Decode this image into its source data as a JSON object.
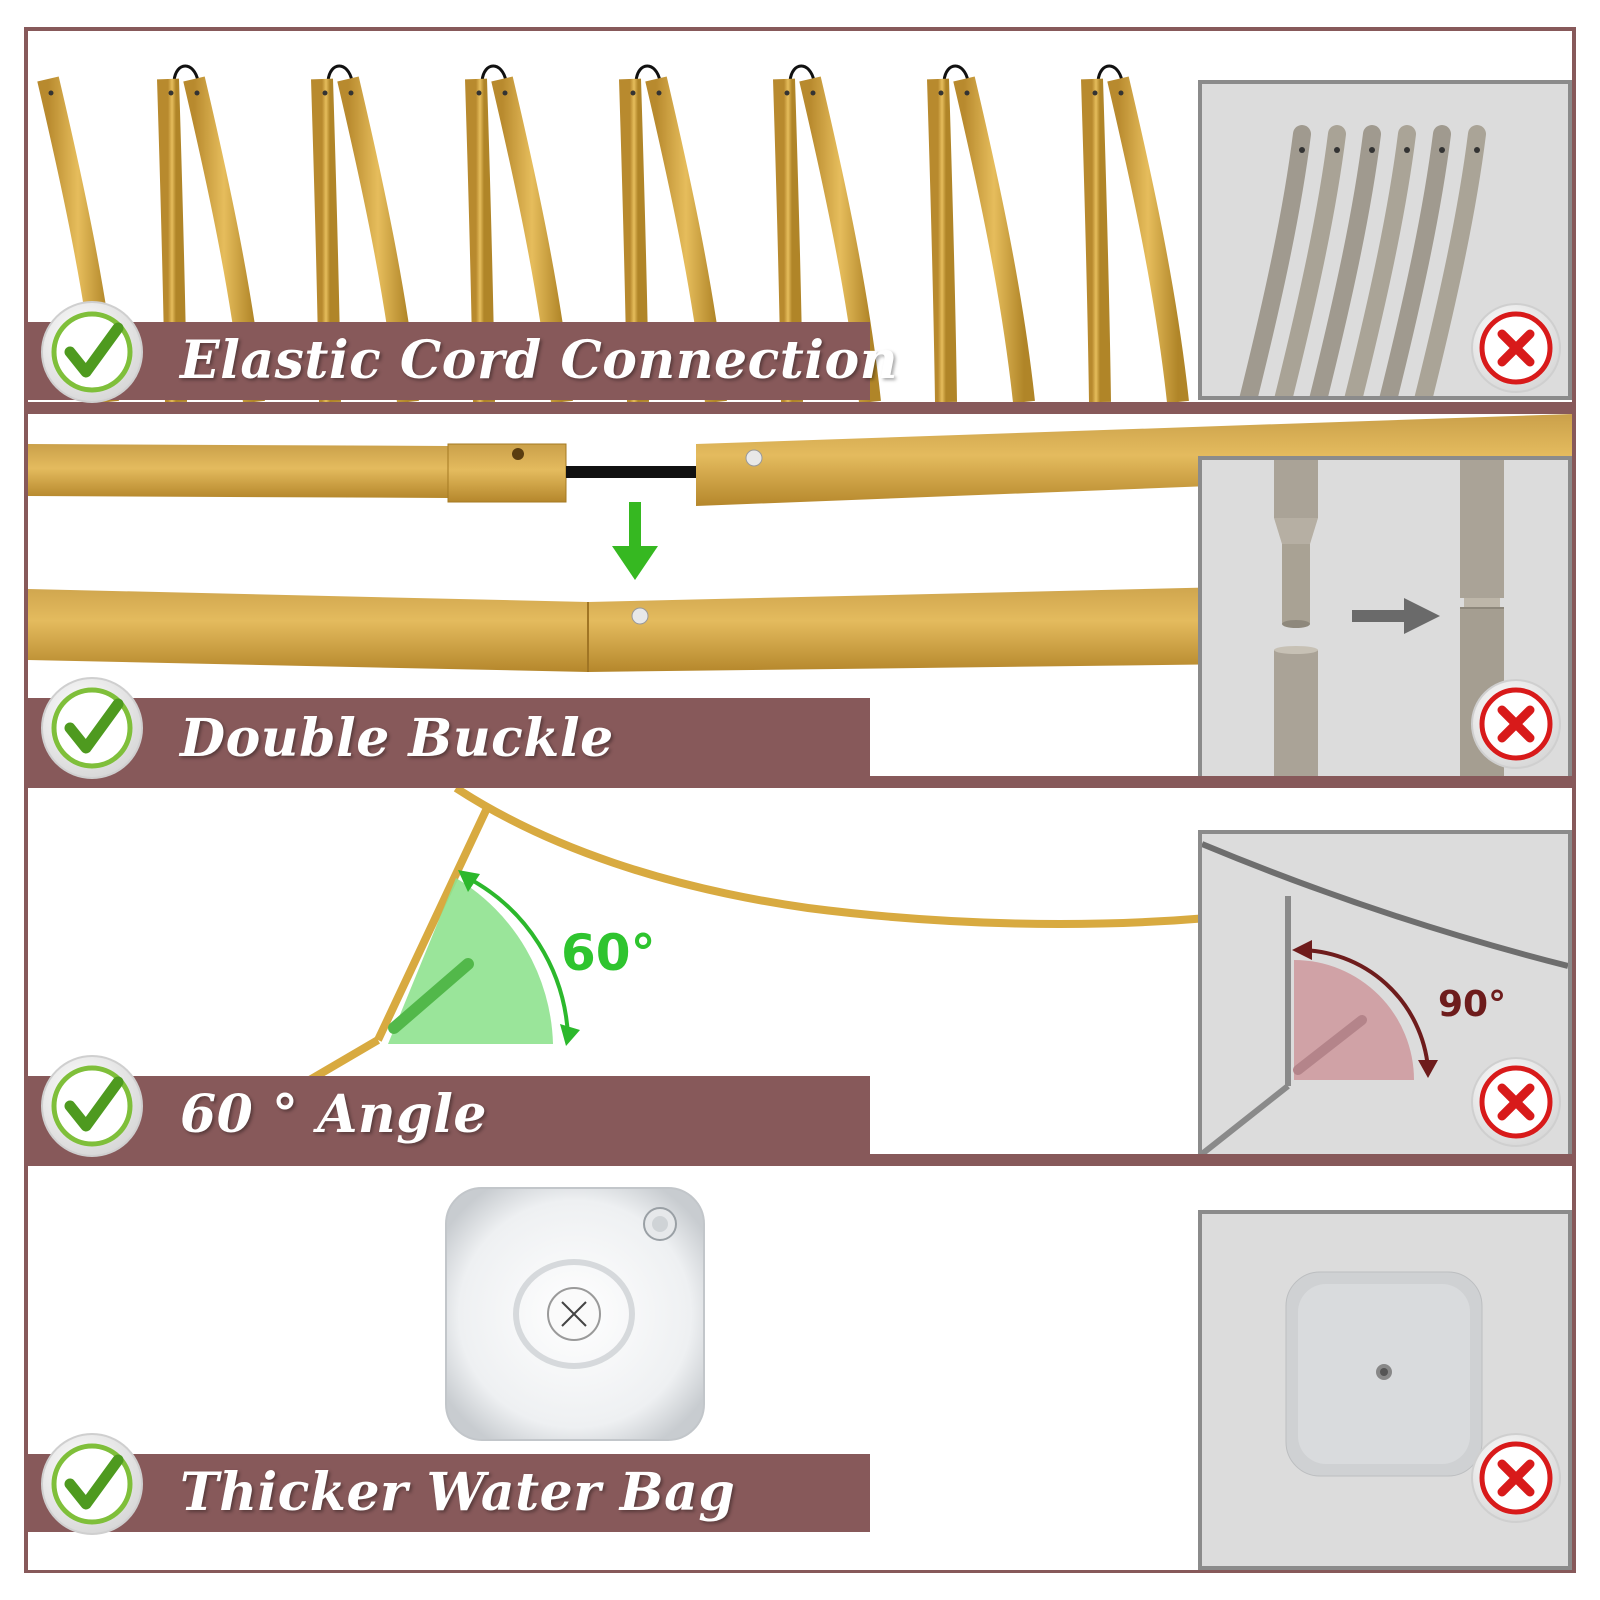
{
  "features": [
    {
      "label": "Elastic Cord Connection"
    },
    {
      "label": "Double Buckle"
    },
    {
      "label": "60 ° Angle"
    },
    {
      "label": "Thicker Water Bag"
    }
  ],
  "angle_good": "60°",
  "angle_bad": "90°",
  "colors": {
    "brand_bar": "#87595a",
    "gold": "#d6a94a",
    "check_green": "#5aa12a",
    "x_red": "#d81a1a",
    "angle_green": "#2ec42e",
    "angle_red": "#6e1c1c"
  },
  "icons": {
    "good": "check-icon",
    "bad": "x-icon",
    "arrow_down": "arrow-down-icon",
    "arrow_right": "arrow-right-icon"
  }
}
